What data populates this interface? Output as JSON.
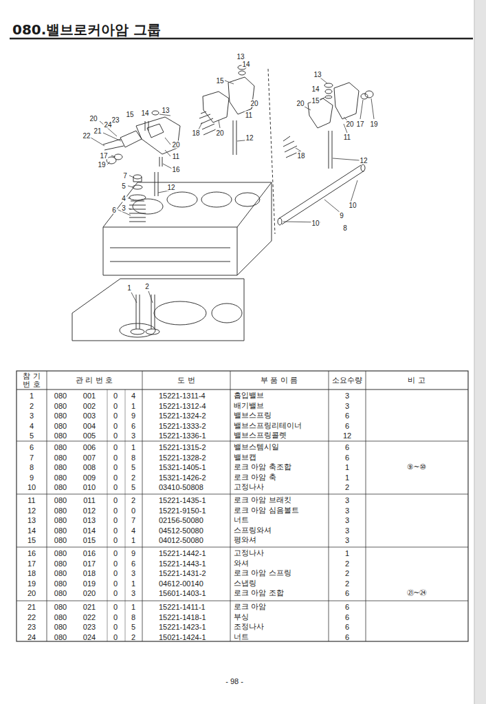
{
  "diagram": {
    "title": "080.밸브로커아암 그룹",
    "labels": [
      "13",
      "15",
      "14",
      "20",
      "23",
      "24",
      "21",
      "22",
      "20",
      "11",
      "17",
      "19",
      "16",
      "7",
      "5",
      "12",
      "4",
      "6",
      "3",
      "1",
      "2",
      "13",
      "14",
      "15",
      "20",
      "11",
      "18",
      "20",
      "12",
      "13",
      "14",
      "15",
      "20",
      "20",
      "17",
      "19",
      "11",
      "18",
      "12",
      "10",
      "9",
      "10",
      "8",
      "참 기 번 호",
      "관 리 번 호",
      "도 번",
      "부 품 이 름",
      "소요수량",
      "비 고",
      "1",
      "080",
      "001",
      "0",
      "4",
      "15221-1311-4",
      "흡입밸브",
      "3",
      "2",
      "080",
      "002",
      "0",
      "1",
      "15221-1312-4",
      "배기밸브",
      "3",
      "3",
      "080",
      "003",
      "0",
      "9",
      "15221-1324-2",
      "밸브스프링",
      "6",
      "4",
      "080",
      "004",
      "0",
      "6",
      "15221-1333-2",
      "밸브스프링리테이너",
      "6",
      "5",
      "080",
      "005",
      "0",
      "3",
      "15221-1336-1",
      "밸브스프링콜렛",
      "12",
      "6",
      "080",
      "006",
      "0",
      "1",
      "15221-1315-2",
      "밸브스템시일",
      "6",
      "7",
      "080",
      "007",
      "0",
      "8",
      "15221-1328-2",
      "밸브캡",
      "6",
      "8",
      "080",
      "008",
      "0",
      "5",
      "15321-1405-1",
      "로크 아암 축조합",
      "1",
      "⑨~⑩",
      "9",
      "080",
      "009",
      "0",
      "2",
      "15321-1426-2",
      "로크 아암 축",
      "1",
      "10",
      "080",
      "010",
      "0",
      "5",
      "03410-50808",
      "고정나사",
      "2",
      "11",
      "080",
      "011",
      "0",
      "2",
      "15221-1435-1",
      "로크 아암 브래킷",
      "3",
      "12",
      "080",
      "012",
      "0",
      "0",
      "15221-9150-1",
      "로크 아암 심음볼트",
      "3",
      "13",
      "080",
      "013",
      "0",
      "7",
      "02156-50080",
      "너트",
      "3",
      "14",
      "080",
      "014",
      "0",
      "4",
      "04512-50080",
      "스프링와셔",
      "3",
      "15",
      "080",
      "015",
      "0",
      "1",
      "04012-50080",
      "평와셔",
      "3",
      "16",
      "080",
      "016",
      "0",
      "9",
      "15221-1442-1",
      "고정나사",
      "1",
      "17",
      "080",
      "017",
      "0",
      "6",
      "15221-1443-1",
      "와셔",
      "2",
      "18",
      "080",
      "018",
      "0",
      "3",
      "15221-1431-2",
      "로크 아암 스프링",
      "2",
      "19",
      "080",
      "019",
      "0",
      "1",
      "04612-00140",
      "스냅링",
      "2",
      "20",
      "080",
      "020",
      "0",
      "3",
      "15601-1403-1",
      "로크 아암 조합",
      "6",
      "㉑~㉔",
      "21",
      "080",
      "021",
      "0",
      "1",
      "15221-1411-1",
      "로크 아암",
      "6",
      "22",
      "080",
      "022",
      "0",
      "8",
      "15221-1418-1",
      "부싱",
      "6",
      "23",
      "080",
      "023",
      "0",
      "5",
      "15221-1423-1",
      "조정나사",
      "6",
      "24",
      "080",
      "024",
      "0",
      "2",
      "15021-1424-1",
      "너트",
      "6",
      "- 98 -"
    ]
  }
}
